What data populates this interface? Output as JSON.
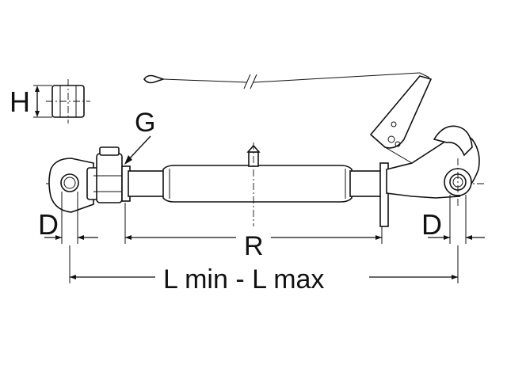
{
  "labels": {
    "height": "H",
    "thread": "G",
    "pin_diameter_left": "D",
    "pin_diameter_right": "D",
    "adjust_range": "R",
    "overall_length": "L min - L max"
  },
  "colors": {
    "line": "#111111",
    "background": "#ffffff"
  }
}
